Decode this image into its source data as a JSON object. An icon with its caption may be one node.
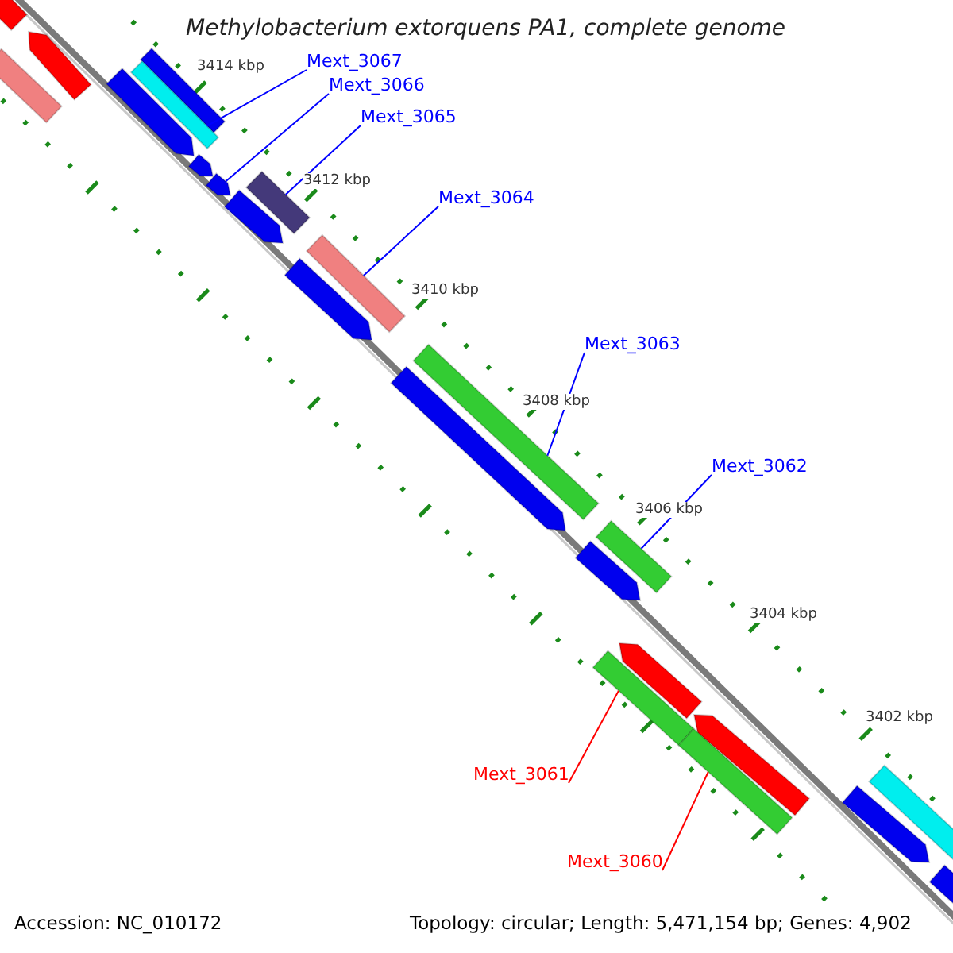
{
  "diagram": {
    "title": "Methylobacterium extorquens PA1, complete genome",
    "nodes": [
      {
        "text": [
          "Mext_3067"
        ]
      },
      {
        "text": [
          "Mext_3066"
        ]
      },
      {
        "text": [
          "Mext_3065"
        ]
      },
      {
        "text": [
          "Mext_3064"
        ]
      },
      {
        "text": [
          "Mext_3063"
        ]
      },
      {
        "text": [
          "Mext_3062"
        ]
      },
      {
        "text": [
          "Mext_3061"
        ]
      },
      {
        "text": [
          "Mext_3060"
        ]
      },
      {
        "text": [],
        "shape": "arrow"
      },
      {
        "text": [],
        "shape": "arrow"
      },
      {
        "text": [],
        "shape": "bar"
      },
      {
        "text": [],
        "shape": "bar"
      },
      {
        "text": [],
        "shape": "bar"
      },
      {
        "text": [],
        "shape": "arrow"
      },
      {
        "text": [],
        "shape": "arrow"
      },
      {
        "text": [],
        "shape": "arrow"
      },
      {
        "text": [],
        "shape": "bar"
      },
      {
        "text": [],
        "shape": "arrow"
      },
      {
        "text": [],
        "shape": "bar"
      },
      {
        "text": [],
        "shape": "arrow"
      },
      {
        "text": [],
        "shape": "bar"
      },
      {
        "text": [],
        "shape": "arrow"
      },
      {
        "text": [],
        "shape": "bar"
      },
      {
        "text": [],
        "shape": "arrow"
      },
      {
        "text": [],
        "shape": "arrow"
      },
      {
        "text": [],
        "shape": "arrow"
      },
      {
        "text": [],
        "shape": "bar"
      },
      {
        "text": [],
        "shape": "bar"
      },
      {
        "text": [],
        "shape": "bar"
      },
      {
        "text": [],
        "shape": "arrow"
      },
      {
        "text": [],
        "shape": "arrow"
      }
    ],
    "edges": [
      {
        "from": 0,
        "to": 12,
        "arrow": "none"
      },
      {
        "from": 1,
        "to": 15,
        "arrow": "none"
      },
      {
        "from": 2,
        "to": 16,
        "arrow": "none"
      },
      {
        "from": 3,
        "to": 18,
        "arrow": "none"
      },
      {
        "from": 4,
        "to": 20,
        "arrow": "none"
      },
      {
        "from": 5,
        "to": 22,
        "arrow": "none"
      },
      {
        "from": 6,
        "to": 26,
        "arrow": "none",
        "color": "#ff0000"
      },
      {
        "from": 7,
        "to": 27,
        "arrow": "none",
        "color": "#ff0000"
      }
    ],
    "labels": [
      "3414 kbp",
      "3412 kbp",
      "3410 kbp",
      "3408 kbp",
      "3406 kbp",
      "3404 kbp",
      "3402 kbp",
      "Accession: NC_010172",
      "Topology: circular; Length: 5,471,154 bp; Genes: 4,902"
    ]
  }
}
